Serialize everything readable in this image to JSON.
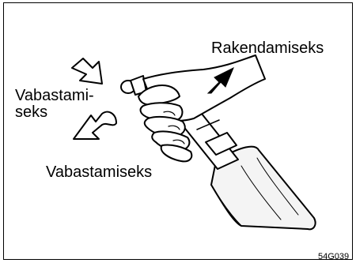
{
  "figure": {
    "label_apply": "Rakendamiseks",
    "label_release_split_line1": "Vabastami-",
    "label_release_split_line2": "seks",
    "label_release": "Vabastamiseks",
    "figure_code": "54G039"
  },
  "colors": {
    "ink": "#000000",
    "paper": "#ffffff",
    "tint": "#f4f4f4"
  },
  "icons": {
    "apply_arrow": "solid-arrow-up-right",
    "release_arrow_upper": "outline-arrow-down-right",
    "release_arrow_lower": "outline-arrow-down-left",
    "hand": "hand-gripping-lever",
    "lever": "handbrake-lever"
  }
}
